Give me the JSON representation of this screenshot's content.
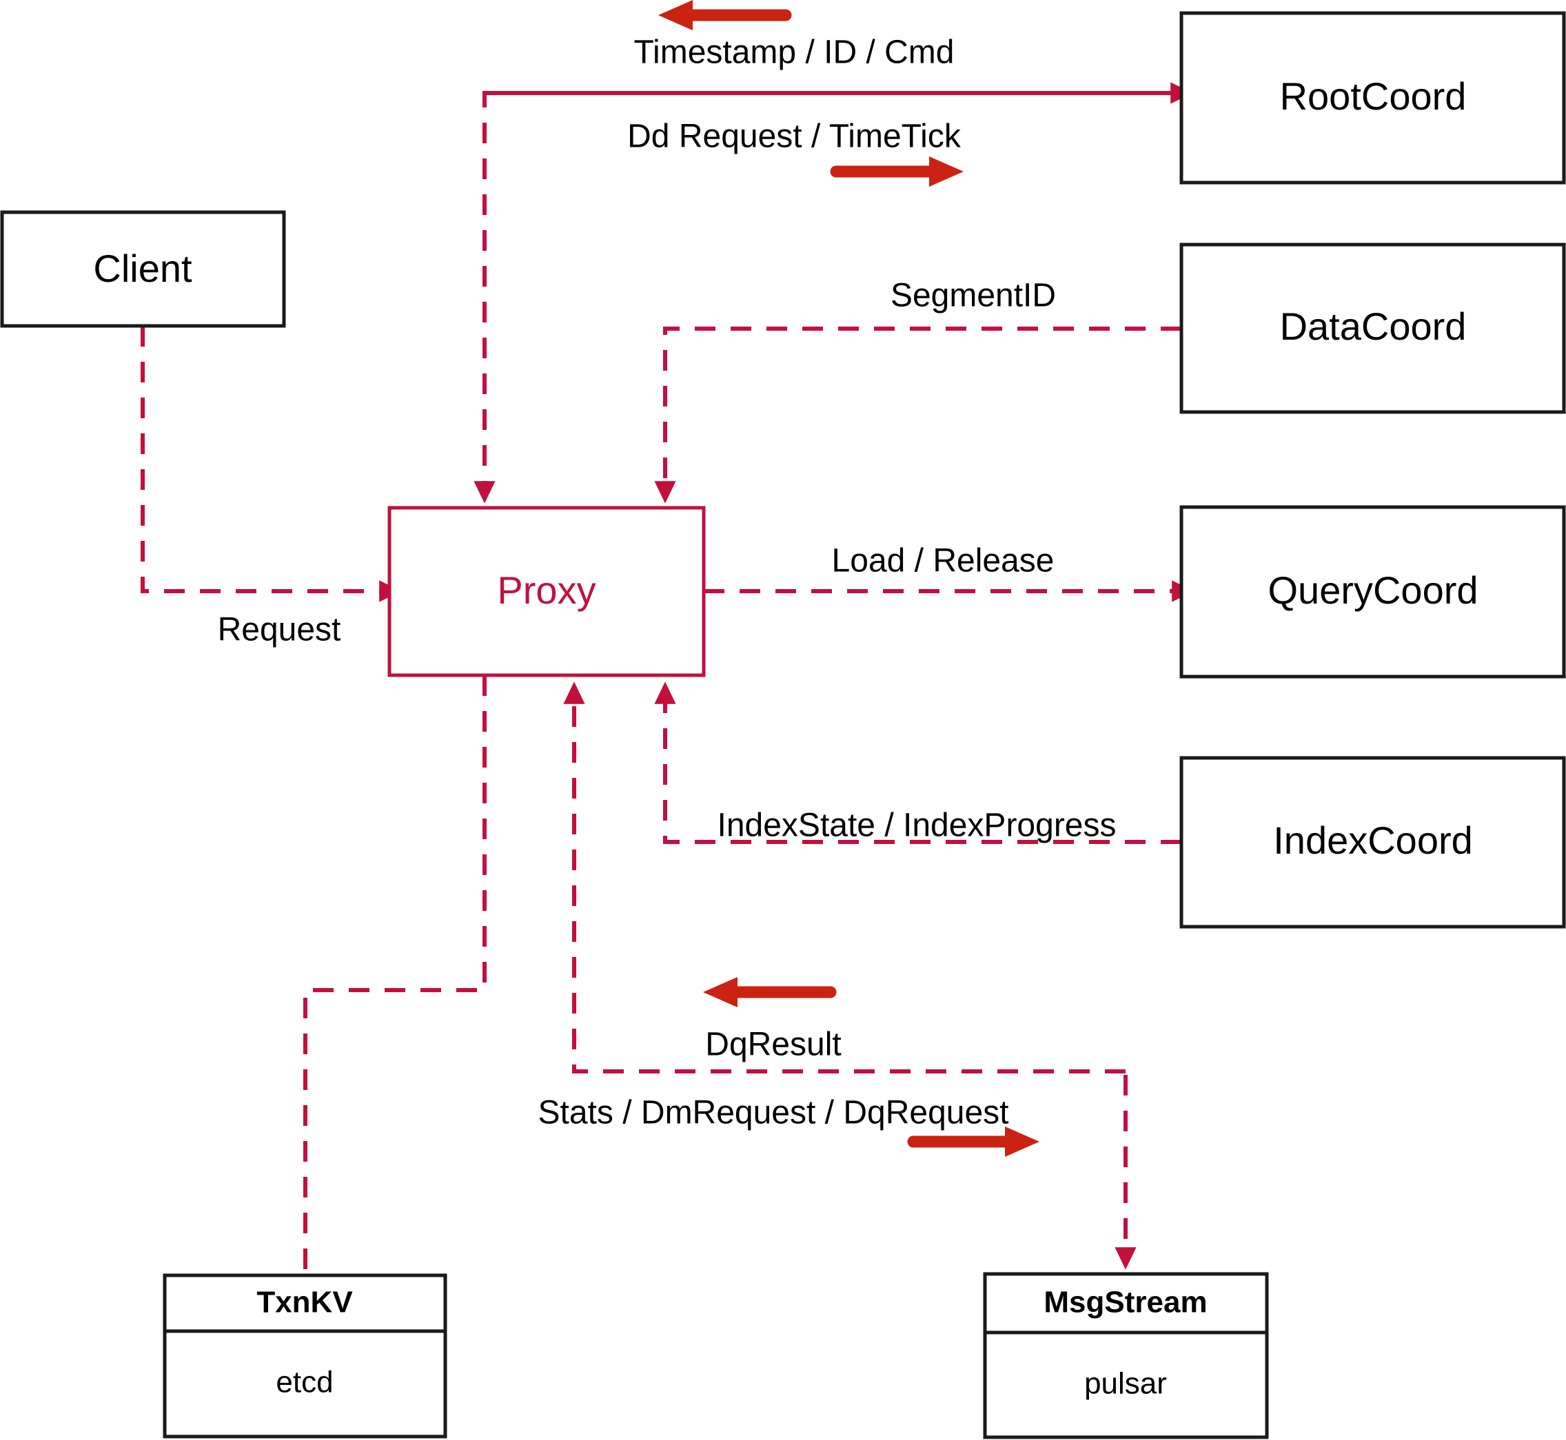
{
  "diagram": {
    "title": "Milvus Proxy architecture",
    "colors": {
      "dashed_edge": "#C2103C",
      "solid_arrow": "#CC2211",
      "node_border": "#1A1A1A",
      "accent_node": "#C2103C",
      "background": "#FFFFFF"
    },
    "nodes": [
      {
        "id": "client",
        "label": "Client",
        "style": "plain"
      },
      {
        "id": "proxy",
        "label": "Proxy",
        "style": "accent"
      },
      {
        "id": "rootcoord",
        "label": "RootCoord",
        "style": "plain"
      },
      {
        "id": "datacoord",
        "label": "DataCoord",
        "style": "plain"
      },
      {
        "id": "querycoord",
        "label": "QueryCoord",
        "style": "plain"
      },
      {
        "id": "indexcoord",
        "label": "IndexCoord",
        "style": "plain"
      },
      {
        "id": "txnkv",
        "label": "TxnKV",
        "sublabel": "etcd",
        "style": "two-compartment"
      },
      {
        "id": "msgstream",
        "label": "MsgStream",
        "sublabel": "pulsar",
        "style": "two-compartment"
      }
    ],
    "edge_labels": [
      {
        "id": "timestamp-id-cmd",
        "text": "Timestamp / ID / Cmd",
        "direction": "left"
      },
      {
        "id": "dd-request-timetick",
        "text": "Dd Request / TimeTick",
        "direction": "right"
      },
      {
        "id": "segmentid",
        "text": "SegmentID",
        "direction": "none"
      },
      {
        "id": "load-release",
        "text": "Load / Release",
        "direction": "none"
      },
      {
        "id": "indexstate",
        "text": "IndexState / IndexProgress",
        "direction": "none"
      },
      {
        "id": "request",
        "text": "Request",
        "direction": "none"
      },
      {
        "id": "dqresult",
        "text": "DqResult",
        "direction": "left"
      },
      {
        "id": "stats-dm-dq",
        "text": "Stats / DmRequest / DqRequest",
        "direction": "right"
      }
    ]
  }
}
